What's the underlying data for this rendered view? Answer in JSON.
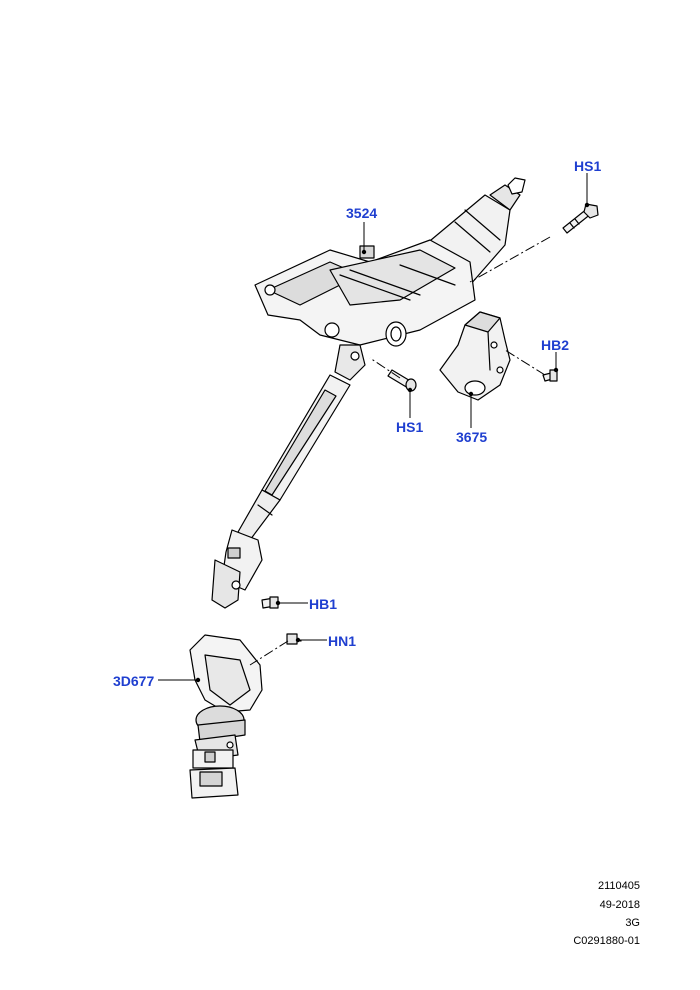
{
  "callouts": {
    "steering_column": "3524",
    "column_bolt_upper": "HS1",
    "column_bolt_lower": "HS1",
    "bracket": "3675",
    "bracket_bolt": "HB2",
    "intermediate_shaft_bolt": "HB1",
    "seal_nut": "HN1",
    "intermediate_shaft_seal": "3D677"
  },
  "reference_block": {
    "line1": "2110405",
    "line2": "49-2018",
    "line3": "3G",
    "line4": "C0291880-01"
  },
  "colors": {
    "callout": "#1f3fd0",
    "line": "#000000",
    "fill": "#f2f2f2",
    "shade": "#cfcfcf"
  }
}
